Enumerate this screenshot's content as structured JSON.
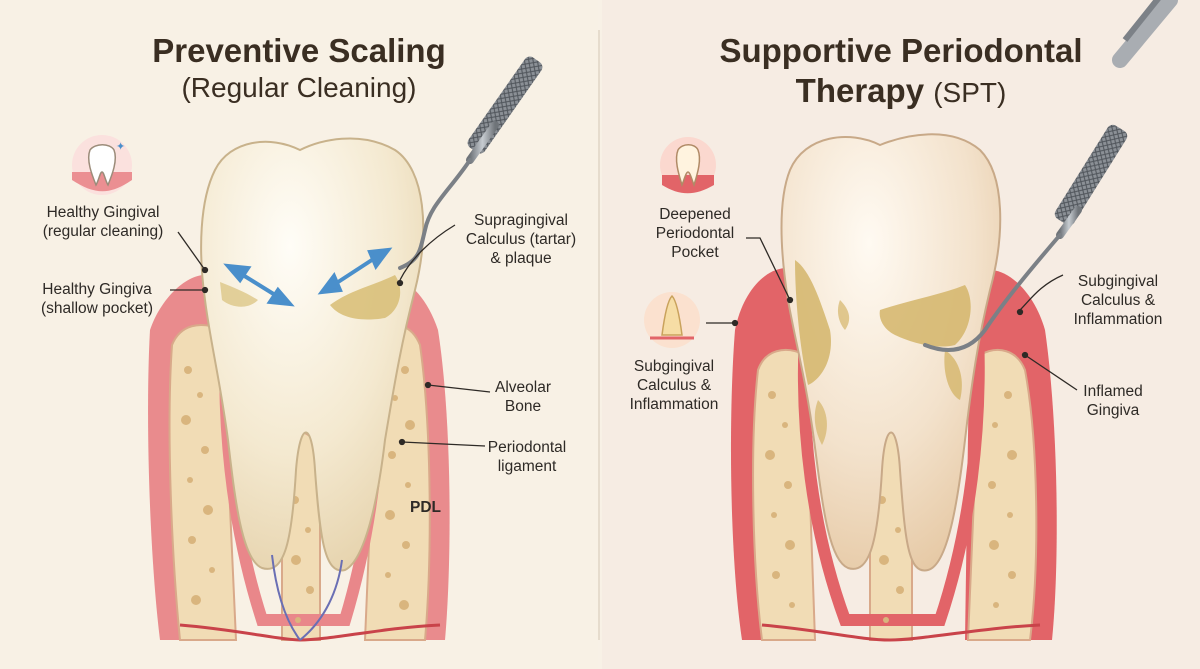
{
  "left": {
    "title": "Preventive Scaling",
    "subtitle": "(Regular Cleaning)",
    "labels": {
      "healthy_gingival_1": "Healthy Gingival",
      "healthy_gingival_2": "(regular cleaning)",
      "healthy_gingiva_1": "Healthy Gingiva",
      "healthy_gingiva_2": "(shallow pocket)",
      "supragingival_1": "Supragingival",
      "supragingival_2": "Calculus (tartar)",
      "supragingival_3": "& plaque",
      "alveolar_1": "Alveolar",
      "alveolar_2": "Bone",
      "periodontal_1": "Periodontal",
      "periodontal_2": "ligament",
      "pdl": "PDL"
    }
  },
  "right": {
    "title_line1": "Supportive Periodontal",
    "title_line2_bold": "Therapy",
    "title_line2_rest": "(SPT)",
    "labels": {
      "deepened_1": "Deepened",
      "deepened_2": "Periodontal",
      "deepened_3": "Pocket",
      "subgingival_left_1": "Subgingival",
      "subgingival_left_2": "Calculus &",
      "subgingival_left_3": "Inflammation",
      "subgingival_right_1": "Subgingival",
      "subgingival_right_2": "Calculus &",
      "subgingival_right_3": "Inflammation",
      "inflamed_1": "Inflamed",
      "inflamed_2": "Gingiva"
    }
  },
  "colors": {
    "gum": "#e9878a",
    "gum_inflamed": "#e2585c",
    "bone": "#f1dcb5",
    "bone_pore": "#d9b57e",
    "tooth": "#f5ecd7",
    "calculus": "#d9c07a",
    "arrow": "#4a8fcb"
  }
}
